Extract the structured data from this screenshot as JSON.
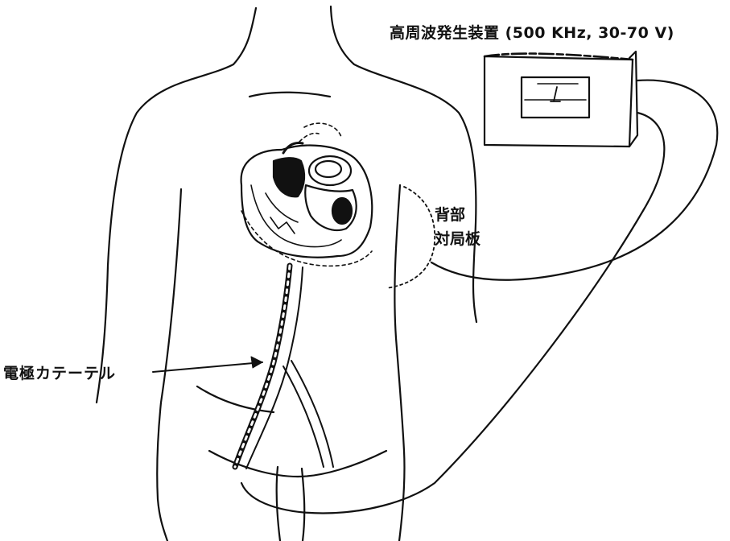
{
  "labels": {
    "generator": "高周波発生装置 (500 KHz, 30-70 V)",
    "pad_line1": "背部",
    "pad_line2": "対局板",
    "catheter": "電極カテーテル"
  },
  "colors": {
    "ink": "#111111",
    "background": "#ffffff"
  },
  "icons": {
    "generator_display": "generator-display-icon"
  }
}
